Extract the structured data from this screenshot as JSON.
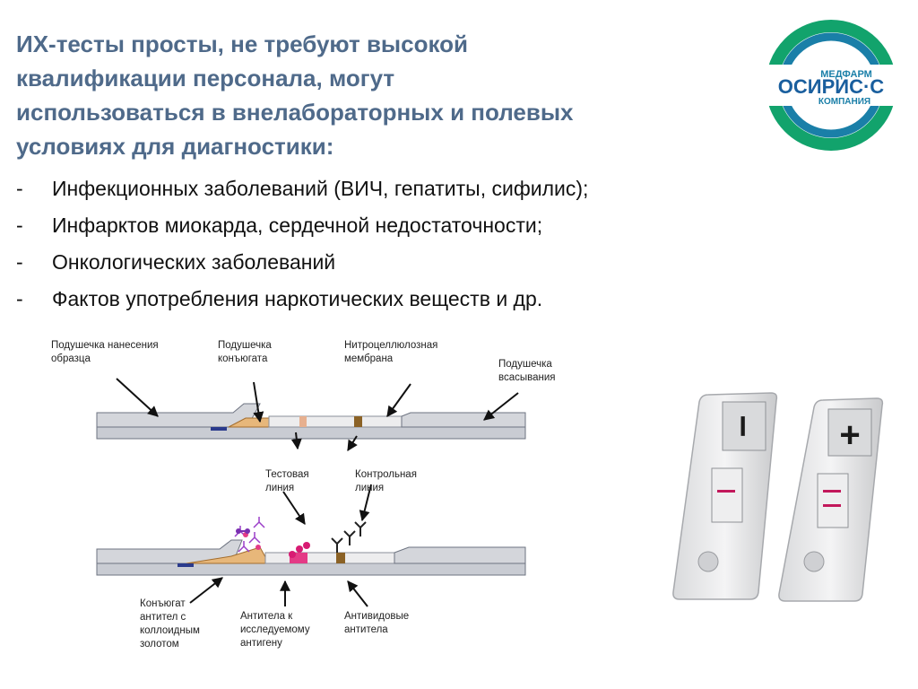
{
  "title": {
    "lines": [
      "ИХ-тесты просты, не требуют высокой",
      "квалификации персонала, могут",
      "использоваться в внелабораторных и полевых",
      "условиях для диагностики:"
    ]
  },
  "bullets": [
    {
      "dash": "-",
      "text": "Инфекционных заболеваний (ВИЧ, гепатиты, сифилис);"
    },
    {
      "dash": "-",
      "text": "Инфарктов миокарда,  сердечной недостаточности;"
    },
    {
      "dash": "-",
      "text": "Онкологических заболеваний"
    },
    {
      "dash": "-",
      "text": "Фактов употребления наркотических  веществ и др."
    }
  ],
  "logo": {
    "top_text": "МЕДФАРМ",
    "main_text": "ОСИРИС·С",
    "bottom_text": "КОМПАНИЯ"
  },
  "diagram": {
    "labels": {
      "sample_pad": [
        "Подушечка нанесения",
        "образца"
      ],
      "conjugate_pad": [
        "Подушечка",
        "конъюгата"
      ],
      "membrane": [
        "Нитроцеллюлозная",
        "мембрана"
      ],
      "absorbent_pad": [
        "Подушечка",
        "всасывания"
      ],
      "test_line": [
        "Тестовая",
        "линия"
      ],
      "control_line": [
        "Контрольная",
        "линия"
      ],
      "gold_conjugate": [
        "Конъюгат",
        "антител с",
        "коллоидным",
        "золотом"
      ],
      "antibodies": [
        "Антитела к",
        "исследуемому",
        "антигену"
      ],
      "anti_species": [
        "Антивидовые",
        "антитела"
      ]
    }
  },
  "cassettes": {
    "negative_sign": "–",
    "positive_sign": "+"
  }
}
